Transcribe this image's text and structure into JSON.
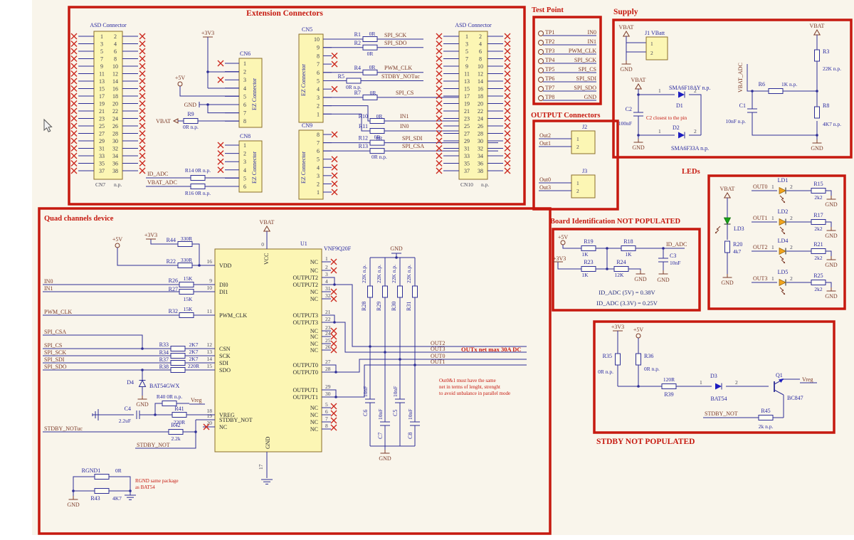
{
  "colors": {
    "red": "#c6190f",
    "wire": "#2e2e97",
    "net": "#7c3a28",
    "ref": "#2828a0",
    "yellow": "#fcf6b4",
    "diode": "#1d1dc0",
    "led_orange": "#f2a41f",
    "led_green": "#18a018"
  },
  "ext": {
    "title": "Extension Connectors",
    "asd_label": "ASD Connector",
    "cn7": "CN7",
    "cn10": "CN10",
    "np": "n.p.",
    "pins38": [
      1,
      2,
      3,
      4,
      5,
      6,
      7,
      8,
      9,
      10,
      11,
      12,
      13,
      14,
      15,
      16,
      17,
      18,
      19,
      20,
      21,
      22,
      23,
      24,
      25,
      26,
      27,
      28,
      29,
      30,
      31,
      32,
      33,
      34,
      35,
      36,
      37,
      38
    ],
    "ez": "EZ Connector",
    "cn6": "CN6",
    "cn8": "CN8",
    "cn5": "CN5",
    "cn9": "CN9",
    "pins8": [
      1,
      2,
      3,
      4,
      5,
      6,
      7,
      8
    ],
    "pins6": [
      1,
      2,
      3,
      4,
      5,
      6
    ],
    "pins10r": [
      10,
      9,
      8,
      7,
      6,
      5,
      4,
      3,
      2,
      1
    ],
    "pins8r": [
      8,
      7,
      6,
      5,
      4,
      3,
      2,
      1
    ],
    "p3v3": "+3V3",
    "p5v": "+5V",
    "gnd": "GND",
    "vbat": "VBAT",
    "r9": "R9",
    "r9v": "0R n.p.",
    "id_adc": "ID_ADC",
    "vbat_adc": "VBAT_ADC",
    "r14": "R14 0R n.p.",
    "r16": "R16 0R n.p.",
    "r1": "R1",
    "r2": "R2",
    "r4": "R4",
    "r5": "R5",
    "r7": "R7",
    "r10": "R10",
    "r11": "R11",
    "r12": "R12",
    "r13": "R13",
    "v0r": "0R",
    "v0rnp": "0R n.p.",
    "n_sck": "SPI_SCK",
    "n_sdo": "SPI_SDO",
    "n_pwm": "PWM_CLK",
    "n_stdbyuc": "STDBY_NOTuc",
    "n_cs": "SPI_CS",
    "n_in1": "IN1",
    "n_in0": "IN0",
    "n_sdi": "SPI_SDI",
    "n_csa": "SPI_CSA"
  },
  "tp": {
    "title": "Test Point",
    "rows": [
      {
        "ref": "TP1",
        "net": "IN0"
      },
      {
        "ref": "TP2",
        "net": "IN1"
      },
      {
        "ref": "TP3",
        "net": "PWM_CLK"
      },
      {
        "ref": "TP4",
        "net": "SPI_SCK"
      },
      {
        "ref": "TP5",
        "net": "SPI_CS"
      },
      {
        "ref": "TP6",
        "net": "SPI_SDI"
      },
      {
        "ref": "TP7",
        "net": "SPI_SDO"
      },
      {
        "ref": "TP8",
        "net": "GND"
      }
    ]
  },
  "supply": {
    "title": "Supply",
    "vbat": "VBAT",
    "gnd": "GND",
    "j1": "J1 VBatt",
    "p1": "1",
    "p2": "2",
    "c2": "C2",
    "c2v": "100nF",
    "d1": "D1",
    "d1v": "SMA6F18AY n.p.",
    "d2": "D2",
    "d2v": "SMA6F33A n.p.",
    "note": "C2 closest to the pin",
    "vbat_adc": "VBAT_ADC",
    "r6": "R6",
    "r6v": "1K n.p.",
    "c1": "C1",
    "c1v": "10nF n.p.",
    "r3": "R3",
    "r3v": "22K n.p.",
    "r8": "R8",
    "r8v": "4K7 n.p."
  },
  "outc": {
    "title": "OUTPUT Connectors",
    "j2": "J2",
    "j3": "J3",
    "out2": "Out2",
    "out1": "Out1",
    "out0": "Out0",
    "out3": "Out3",
    "p1": "1",
    "p2": "2"
  },
  "bid": {
    "title": "Board Identification NOT POPULATED",
    "p5v": "+5V",
    "p3v3": "+3V3",
    "r19": "R19",
    "r18": "R18",
    "r23": "R23",
    "r24": "R24",
    "v1k": "1K",
    "v12k": "12K",
    "c3": "C3",
    "c3v": "10nF",
    "id_adc": "ID_ADC",
    "gnd": "GND",
    "f1": "ID_ADC (5V) = 0.38V",
    "f2": "ID_ADC (3.3V) = 0.25V"
  },
  "leds": {
    "title": "LEDs",
    "vbat": "VBAT",
    "gnd": "GND",
    "ld3": "LD3",
    "r20": "R20",
    "r20v": "4k7",
    "p1": "1",
    "p2": "2",
    "rows": [
      {
        "net": "OUT0",
        "ld": "LD1",
        "r": "R15",
        "v": "2k2"
      },
      {
        "net": "OUT1",
        "ld": "LD2",
        "r": "R17",
        "v": "2k2"
      },
      {
        "net": "OUT2",
        "ld": "LD4",
        "r": "R21",
        "v": "2k2"
      },
      {
        "net": "OUT3",
        "ld": "LD5",
        "r": "R25",
        "v": "2k2"
      }
    ]
  },
  "quad": {
    "title": "Quad channels device",
    "u1": "U1",
    "part": "VNF9Q20F",
    "vbat": "VBAT",
    "vcc": "VCC",
    "gnd": "GND",
    "pin0": "0",
    "pin17": "17",
    "p5v": "+5V",
    "p3v3": "+3V3",
    "r44": "R44",
    "r22": "R22",
    "v330": "330R",
    "in0": "IN0",
    "in1": "IN1",
    "r26": "R26",
    "r27": "R27",
    "r32": "R32",
    "v15k": "15K",
    "pwm": "PWM_CLK",
    "csa": "SPI_CSA",
    "cs": "SPI_CS",
    "sck": "SPI_SCK",
    "sdi": "SPI_SDI",
    "sdo": "SPI_SDO",
    "r33": "R33",
    "r34": "R34",
    "r37": "R37",
    "r38": "R38",
    "v2k7": "2K7",
    "v220": "220R",
    "d4": "D4",
    "d4v": "BAT54GWX",
    "r40": "R40 0R n.p.",
    "vreg": "Vreg",
    "c4": "C4",
    "c4v": "2.2uF",
    "r41": "R41",
    "r42": "R42",
    "v2k2": "2.2k",
    "stdbyuc": "STDBY_NOTuc",
    "stdby": "STDBY_NOT",
    "left_nums": [
      "16",
      "9",
      "10",
      "11",
      "12",
      "13",
      "14",
      "15",
      "18",
      "19",
      "20"
    ],
    "left_labels": [
      "VDD",
      "DI0",
      "DI1",
      "PWM_CLK",
      "CSN",
      "SCK",
      "SDI",
      "SDO",
      "VREG",
      "STDBY_NOT",
      "NC"
    ],
    "right_nums": [
      "1",
      "2",
      "3",
      "4",
      "31",
      "32",
      "21",
      "22",
      "23",
      "24",
      "25",
      "26",
      "27",
      "28",
      "29",
      "30",
      "5",
      "6",
      "7",
      "8"
    ],
    "right_labels": [
      "NC",
      "NC",
      "OUTPUT2",
      "OUTPUT2",
      "NC",
      "NC",
      "OUTPUT3",
      "OUTPUT3",
      "NC",
      "NC",
      "NC",
      "NC",
      "OUTPUT0",
      "OUTPUT0",
      "OUTPUT1",
      "OUTPUT1",
      "NC",
      "NC",
      "NC",
      "NC"
    ],
    "v22k": "22K n.p.",
    "r28": "R28",
    "r29": "R29",
    "r30": "R30",
    "r31": "R31",
    "c5": "C5",
    "c6": "C6",
    "c7": "C7",
    "c8": "C8",
    "v10nf": "10nF",
    "out2": "OUT2",
    "out3": "OUT3",
    "out0": "OUT0",
    "out1": "OUT1",
    "note1": "OUTx net max 30A DC",
    "note2a": "Out0&1 must have the same",
    "note2b": "net in terms of lenght, strenght",
    "note2c": "to avoid unbalance in parallel mode",
    "rgnd1": "RGND1",
    "v0r": "0R",
    "r43": "R43",
    "v4k7": "4K7",
    "noter1": "RGND same package",
    "noter2": "as BAT54"
  },
  "stdby": {
    "title": "STDBY NOT POPULATED",
    "p3v3": "+3V3",
    "p5v": "+5V",
    "r35": "R35",
    "r36": "R36",
    "v0rnp": "0R n.p.",
    "r39": "R39",
    "v120": "120R",
    "d3": "D3",
    "d3v": "BAT54",
    "p1": "1",
    "p2": "2",
    "q1": "Q1",
    "q1v": "BC847",
    "vreg": "Vreg",
    "stdby": "STDBY_NOT",
    "r45": "R45",
    "r45v": "2k n.p."
  }
}
